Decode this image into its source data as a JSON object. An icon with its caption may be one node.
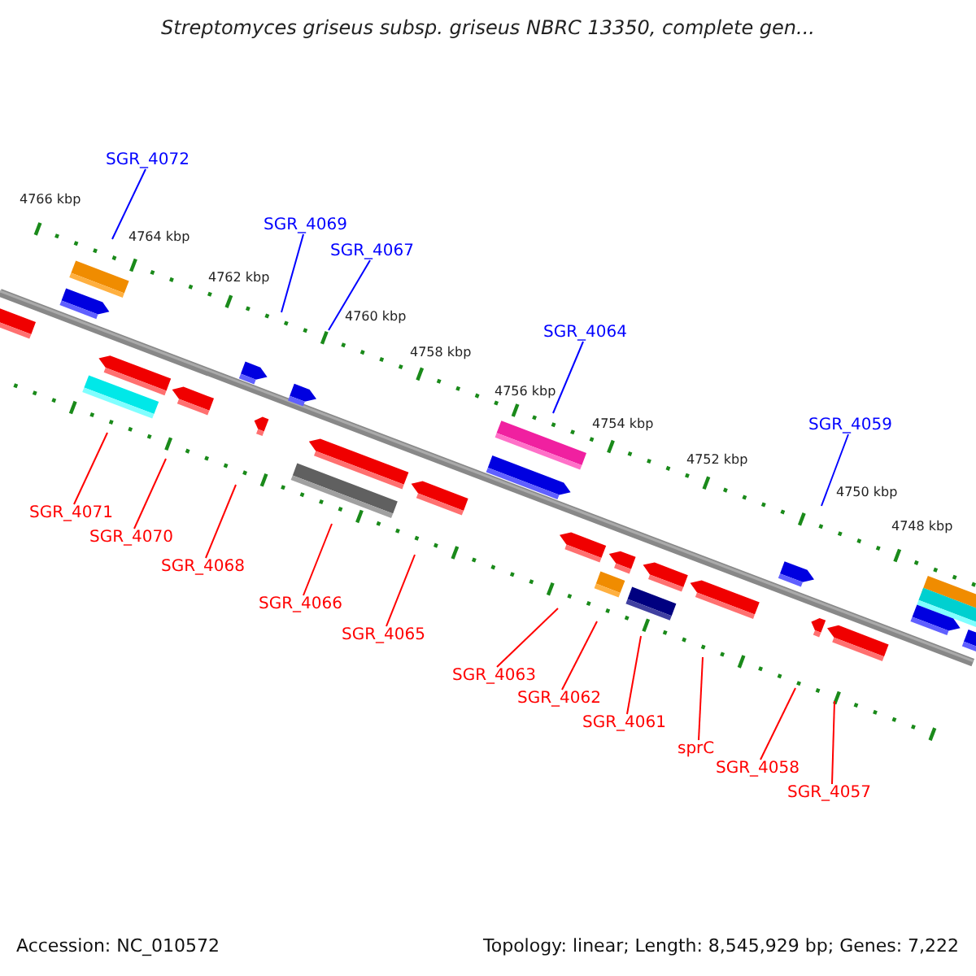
{
  "diagram": {
    "title": "Streptomyces griseus subsp. griseus NBRC 13350, complete gen...",
    "nodes": [
      {
        "text": [
          "SGR_4072"
        ]
      },
      {
        "text": [
          "SGR_4069"
        ]
      },
      {
        "text": [
          "SGR_4067"
        ]
      },
      {
        "text": [
          "SGR_4064"
        ]
      },
      {
        "text": [
          "SGR_4059"
        ]
      },
      {
        "text": [
          "SGR_4071"
        ]
      },
      {
        "text": [
          "SGR_4070"
        ]
      },
      {
        "text": [
          "SGR_4068"
        ]
      },
      {
        "text": [
          "SGR_4066"
        ]
      },
      {
        "text": [
          "SGR_4065"
        ]
      },
      {
        "text": [
          "SGR_4063"
        ]
      },
      {
        "text": [
          "SGR_4062"
        ]
      },
      {
        "text": [
          "SGR_4061"
        ]
      },
      {
        "text": [
          "sprC"
        ]
      },
      {
        "text": [
          "SGR_4058"
        ]
      },
      {
        "text": [
          "SGR_4057"
        ]
      }
    ],
    "edges": [
      {
        "from": 0,
        "to": null,
        "arrow": "none",
        "color": "#0000ff"
      },
      {
        "from": 1,
        "to": null,
        "arrow": "none",
        "color": "#0000ff"
      },
      {
        "from": 2,
        "to": null,
        "arrow": "none",
        "color": "#0000ff"
      },
      {
        "from": 3,
        "to": null,
        "arrow": "none",
        "color": "#0000ff"
      },
      {
        "from": 4,
        "to": null,
        "arrow": "none",
        "color": "#0000ff"
      },
      {
        "from": 5,
        "to": null,
        "arrow": "none"
      },
      {
        "from": 6,
        "to": null,
        "arrow": "none"
      },
      {
        "from": 7,
        "to": null,
        "arrow": "none"
      },
      {
        "from": 8,
        "to": null,
        "arrow": "none"
      },
      {
        "from": 9,
        "to": null,
        "arrow": "none"
      },
      {
        "from": 10,
        "to": null,
        "arrow": "none"
      },
      {
        "from": 11,
        "to": null,
        "arrow": "none"
      },
      {
        "from": 12,
        "to": null,
        "arrow": "none"
      },
      {
        "from": 13,
        "to": null,
        "arrow": "none"
      },
      {
        "from": 14,
        "to": null,
        "arrow": "none"
      },
      {
        "from": 15,
        "to": null,
        "arrow": "none"
      }
    ],
    "labels": [
      "4766 kbp",
      "4764 kbp",
      "4762 kbp",
      "4760 kbp",
      "4758 kbp",
      "4756 kbp",
      "4754 kbp",
      "4752 kbp",
      "4750 kbp",
      "4748 kbp",
      "Accession: NC_010572",
      "Topology: linear; Length: 8,545,929 bp; Genes: 7,222"
    ]
  }
}
